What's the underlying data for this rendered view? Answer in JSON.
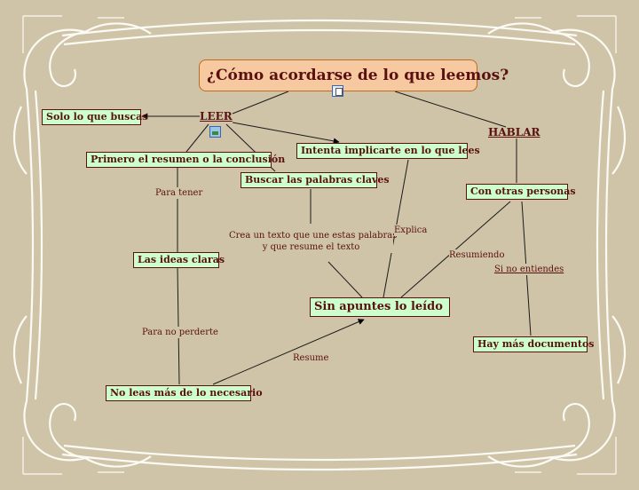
{
  "title": "¿Cómo acordarse de lo que leemos?",
  "nodes": {
    "leer": "LEER",
    "hablar": "HABLAR",
    "solo": "Solo lo que buscas",
    "primero": "Primero el resumen o la conclusión",
    "buscar": "Buscar las palabras claves",
    "intenta": "Intenta implicarte en lo que lees",
    "otras": "Con otras personas",
    "ideas": "Las ideas claras",
    "sin": "Sin apuntes lo leído",
    "hay": "Hay más documentos",
    "no_leas": "No leas más de lo necesario"
  },
  "links": {
    "para_tener": "Para tener",
    "crea_1": "Crea un texto que une estas palabras",
    "crea_2": "y que resume el texto",
    "explica": "Explica",
    "resumiendo": "Resumiendo",
    "si_no": "Si no entiendes",
    "para_no": "Para no perderte",
    "resume": "Resume"
  },
  "icons": [
    "document-icon",
    "image-icon"
  ],
  "colors": {
    "background": "#cfc4a8",
    "node_fill": "#ccffcc",
    "root_fill": "#f7c9a0",
    "text": "#5a1010",
    "frame": "#fcfaf4"
  }
}
